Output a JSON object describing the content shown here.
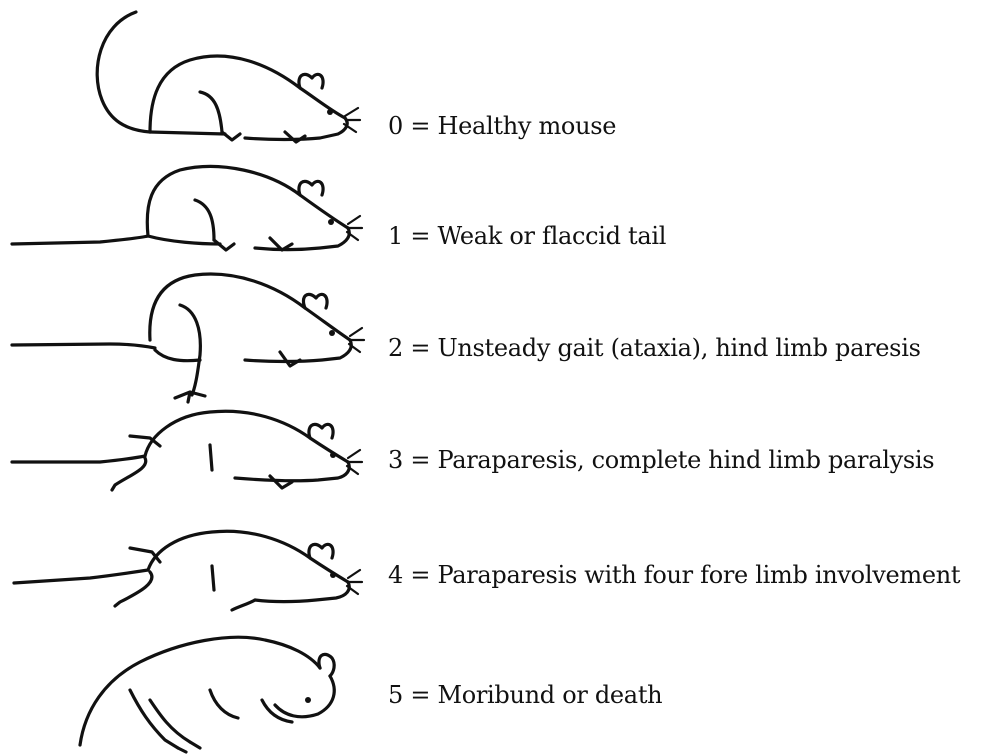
{
  "scale": [
    {
      "score": "0",
      "description": "Healthy mouse"
    },
    {
      "score": "1",
      "description": "Weak or flaccid tail"
    },
    {
      "score": "2",
      "description": "Unsteady gait (ataxia), hind limb paresis"
    },
    {
      "score": "3",
      "description": "Paraparesis, complete hind limb paralysis"
    },
    {
      "score": "4",
      "description": "Paraparesis with four fore limb involvement"
    },
    {
      "score": "5",
      "description": "Moribund or death"
    }
  ]
}
